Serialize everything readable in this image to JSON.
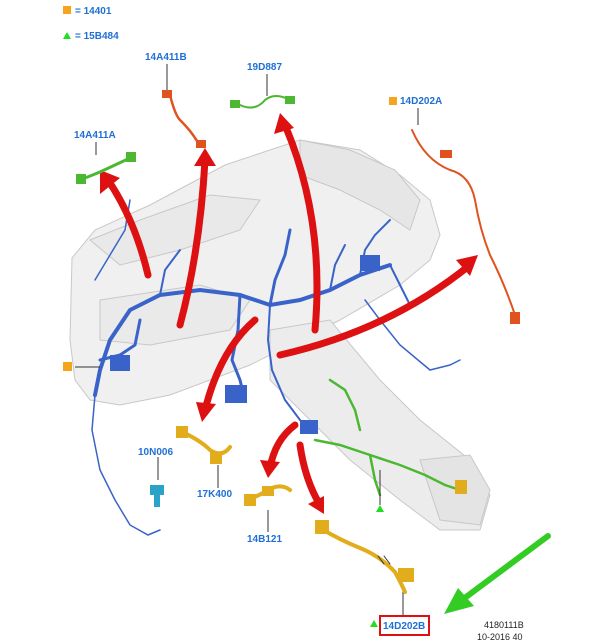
{
  "legend": {
    "orange_square": {
      "symbol": "orange-square-icon",
      "text": "= 14401"
    },
    "green_triangle": {
      "symbol": "green-triangle-icon",
      "text": "= 15B484"
    }
  },
  "parts": {
    "p14A411B": "14A411B",
    "p19D887": "19D887",
    "p14D202A": "14D202A",
    "p14A411A": "14A411A",
    "p10N006": "10N006",
    "p17K400": "17K400",
    "p14B121": "14B121",
    "p14D202B": "14D202B"
  },
  "reference": {
    "figure_id": "4180111B",
    "date_code": "10-2016 40"
  },
  "colors": {
    "label_blue": "#1f6fd6",
    "arrow_red": "#dd1111",
    "pointer_green": "#33cc22",
    "highlight_box": "#dd1111",
    "harness_blue": "#3a63c9",
    "harness_green": "#4cb832",
    "harness_orange": "#e0531f",
    "harness_yellow": "#e2ad1c",
    "legend_orange": "#f5a41b",
    "legend_green": "#22dd22"
  }
}
